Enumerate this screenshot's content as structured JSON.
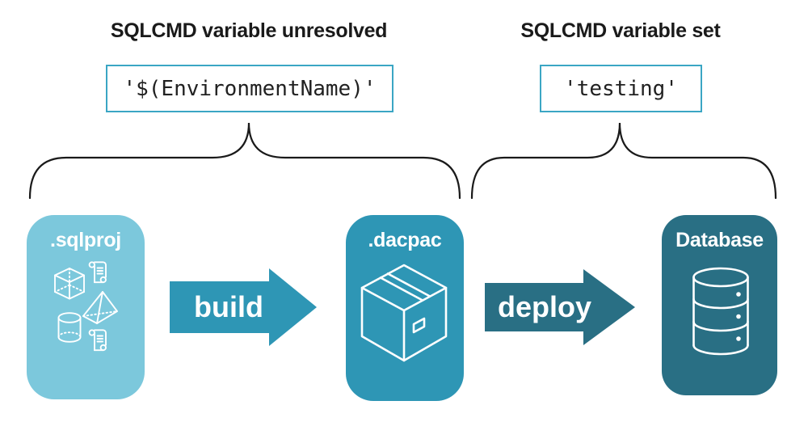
{
  "colors": {
    "light_teal": "#7CC8DC",
    "mid_teal": "#2E96B5",
    "dark_teal": "#296F84",
    "box_border": "#3BA6C4",
    "text_black": "#1A1A1A",
    "code_text": "#212121"
  },
  "annotations": {
    "unresolved": {
      "heading": "SQLCMD variable unresolved",
      "code": "'$(EnvironmentName)'"
    },
    "set": {
      "heading": "SQLCMD variable set",
      "code": "'testing'"
    }
  },
  "pipeline": {
    "nodes": {
      "sqlproj": {
        "label": ".sqlproj",
        "icon": "sql-objects-icon"
      },
      "dacpac": {
        "label": ".dacpac",
        "icon": "package-box-icon"
      },
      "database": {
        "label": "Database",
        "icon": "database-cylinder-icon"
      }
    },
    "arrows": {
      "build": {
        "label": "build"
      },
      "deploy": {
        "label": "deploy"
      }
    }
  }
}
